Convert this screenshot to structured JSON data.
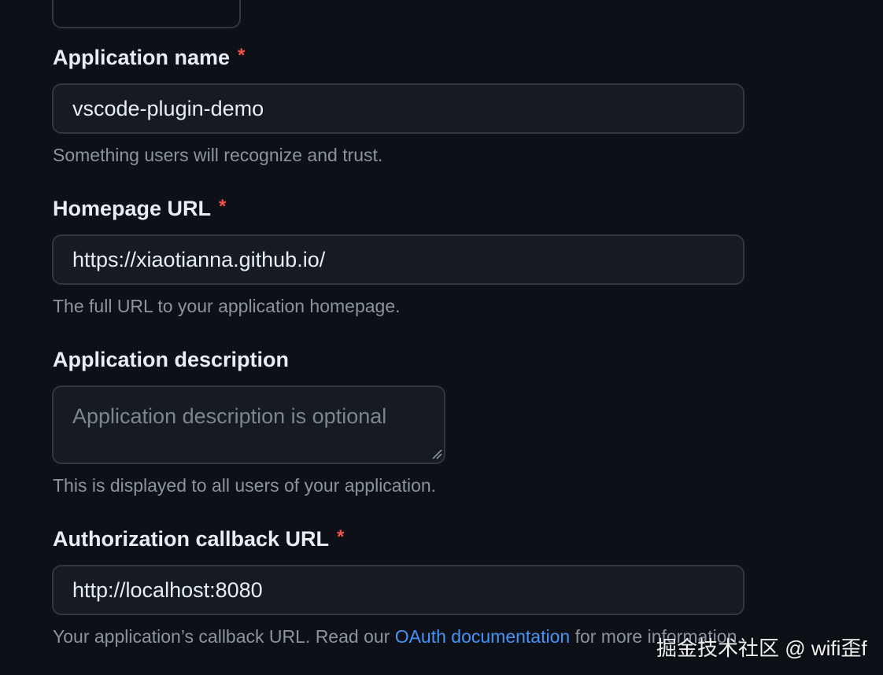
{
  "form": {
    "app_name": {
      "label": "Application name",
      "required_mark": "*",
      "value": "vscode-plugin-demo",
      "help": "Something users will recognize and trust."
    },
    "homepage_url": {
      "label": "Homepage URL",
      "required_mark": "*",
      "value": "https://xiaotianna.github.io/",
      "help": "The full URL to your application homepage."
    },
    "description": {
      "label": "Application description",
      "placeholder": "Application description is optional",
      "value": "",
      "help": "This is displayed to all users of your application."
    },
    "callback_url": {
      "label": "Authorization callback URL",
      "required_mark": "*",
      "value": "http://localhost:8080",
      "help_prefix": "Your application’s callback URL. Read our ",
      "help_link": "OAuth documentation",
      "help_suffix": " for more information."
    }
  },
  "watermark": "掘金技术社区 @ wifi歪f",
  "colors": {
    "background": "#0d1117",
    "input_background": "#161b22",
    "border": "#30363d",
    "required": "#f85149",
    "link": "#4493f8",
    "muted": "#8b949e"
  }
}
